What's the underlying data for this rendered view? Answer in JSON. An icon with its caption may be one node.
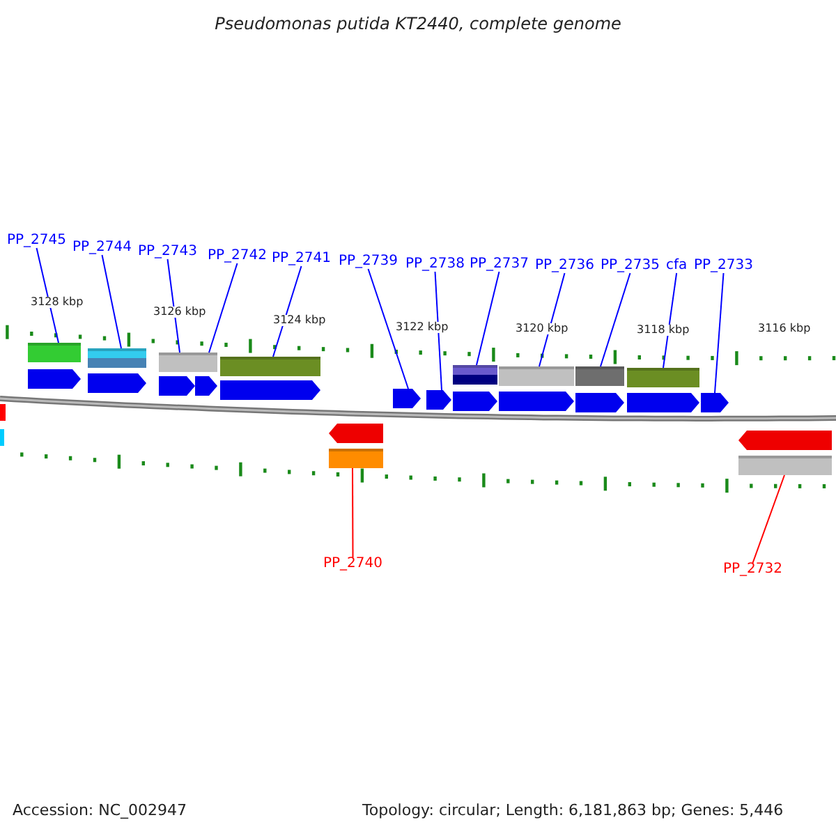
{
  "diagram": {
    "title": "Pseudomonas putida KT2440, complete genome",
    "nodes": [
      {
        "text": [
          "PP_2745"
        ]
      },
      {
        "text": [
          "PP_2744"
        ]
      },
      {
        "text": [
          "PP_2743"
        ]
      },
      {
        "text": [
          "PP_2742"
        ]
      },
      {
        "text": [
          "PP_2741"
        ]
      },
      {
        "text": [
          "PP_2739"
        ]
      },
      {
        "text": [
          "PP_2738"
        ]
      },
      {
        "text": [
          "PP_2737"
        ]
      },
      {
        "text": [
          "PP_2736"
        ]
      },
      {
        "text": [
          "PP_2735"
        ]
      },
      {
        "text": [
          "cfa"
        ]
      },
      {
        "text": [
          "PP_2733"
        ]
      },
      {
        "text": [
          "PP_2740"
        ]
      },
      {
        "text": [
          "PP_2732"
        ]
      },
      {
        "text": [],
        "shape": "arrow"
      },
      {
        "text": [],
        "shape": "arrow"
      },
      {
        "text": [],
        "shape": "arrow"
      },
      {
        "text": [],
        "shape": "arrow"
      },
      {
        "text": [],
        "shape": "arrow"
      },
      {
        "text": [],
        "shape": "arrow"
      },
      {
        "text": [],
        "shape": "arrow"
      },
      {
        "text": [],
        "shape": "arrow"
      },
      {
        "text": [],
        "shape": "arrow"
      },
      {
        "text": [],
        "shape": "arrow"
      },
      {
        "text": [],
        "shape": "arrow"
      },
      {
        "text": [],
        "shape": "arrow"
      },
      {
        "text": [],
        "shape": "arrow"
      },
      {
        "text": [],
        "shape": "arrow"
      }
    ],
    "edges": [
      {
        "from": 0,
        "to": 14,
        "arrow": "none"
      },
      {
        "from": 1,
        "to": 15,
        "arrow": "none"
      },
      {
        "from": 2,
        "to": 16,
        "arrow": "none"
      },
      {
        "from": 3,
        "to": 17,
        "arrow": "none"
      },
      {
        "from": 4,
        "to": 18,
        "arrow": "none"
      },
      {
        "from": 5,
        "to": 19,
        "arrow": "none"
      },
      {
        "from": 6,
        "to": 20,
        "arrow": "none"
      },
      {
        "from": 7,
        "to": 21,
        "arrow": "none"
      },
      {
        "from": 8,
        "to": 22,
        "arrow": "none"
      },
      {
        "from": 9,
        "to": 23,
        "arrow": "none"
      },
      {
        "from": 10,
        "to": 24,
        "arrow": "none"
      },
      {
        "from": 11,
        "to": 25,
        "arrow": "none"
      },
      {
        "from": 12,
        "to": 26,
        "arrow": "none",
        "color": "#ff0000"
      },
      {
        "from": 13,
        "to": 27,
        "arrow": "none",
        "color": "#ff0000"
      }
    ],
    "labels": [
      "3128 kbp",
      "3126 kbp",
      "3124 kbp",
      "3122 kbp",
      "3120 kbp",
      "3118 kbp",
      "3116 kbp",
      "Accession: NC_002947",
      "Topology: circular; Length: 6,181,863 bp; Genes: 5,446"
    ]
  }
}
